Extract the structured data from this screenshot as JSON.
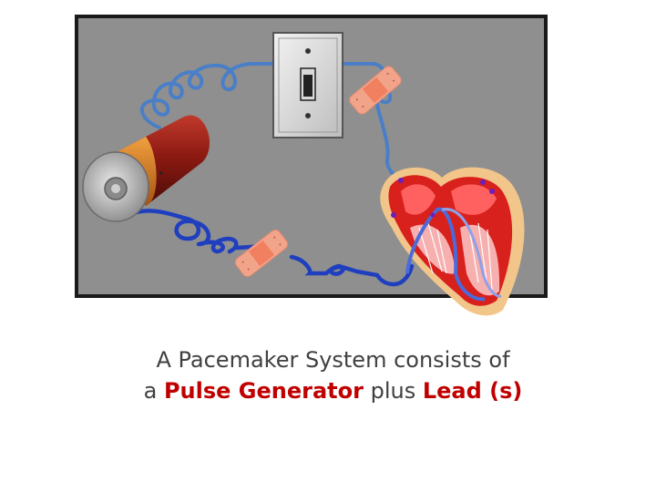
{
  "caption": {
    "line1": "A Pacemaker System consists of",
    "line2_prefix": "a ",
    "term1": "Pulse Generator",
    "line2_mid": " plus ",
    "term2": "Lead (s)"
  },
  "colors": {
    "board_fill": "#8f8f8f",
    "board_border": "#1a1a1a",
    "upper_wire": "#4a7fc7",
    "lower_wire": "#1f3fbf",
    "battery_body": "#8c1a12",
    "battery_band": "#d97a1a",
    "bandage": "#f2a48a",
    "heart_outer": "#f2c58a",
    "heart_muscle": "#d8201c",
    "highlight_text": "#c00000",
    "body_text": "#404040"
  },
  "icons": [
    "light-switch-icon",
    "battery-icon",
    "heart-icon",
    "bandage-icon"
  ]
}
